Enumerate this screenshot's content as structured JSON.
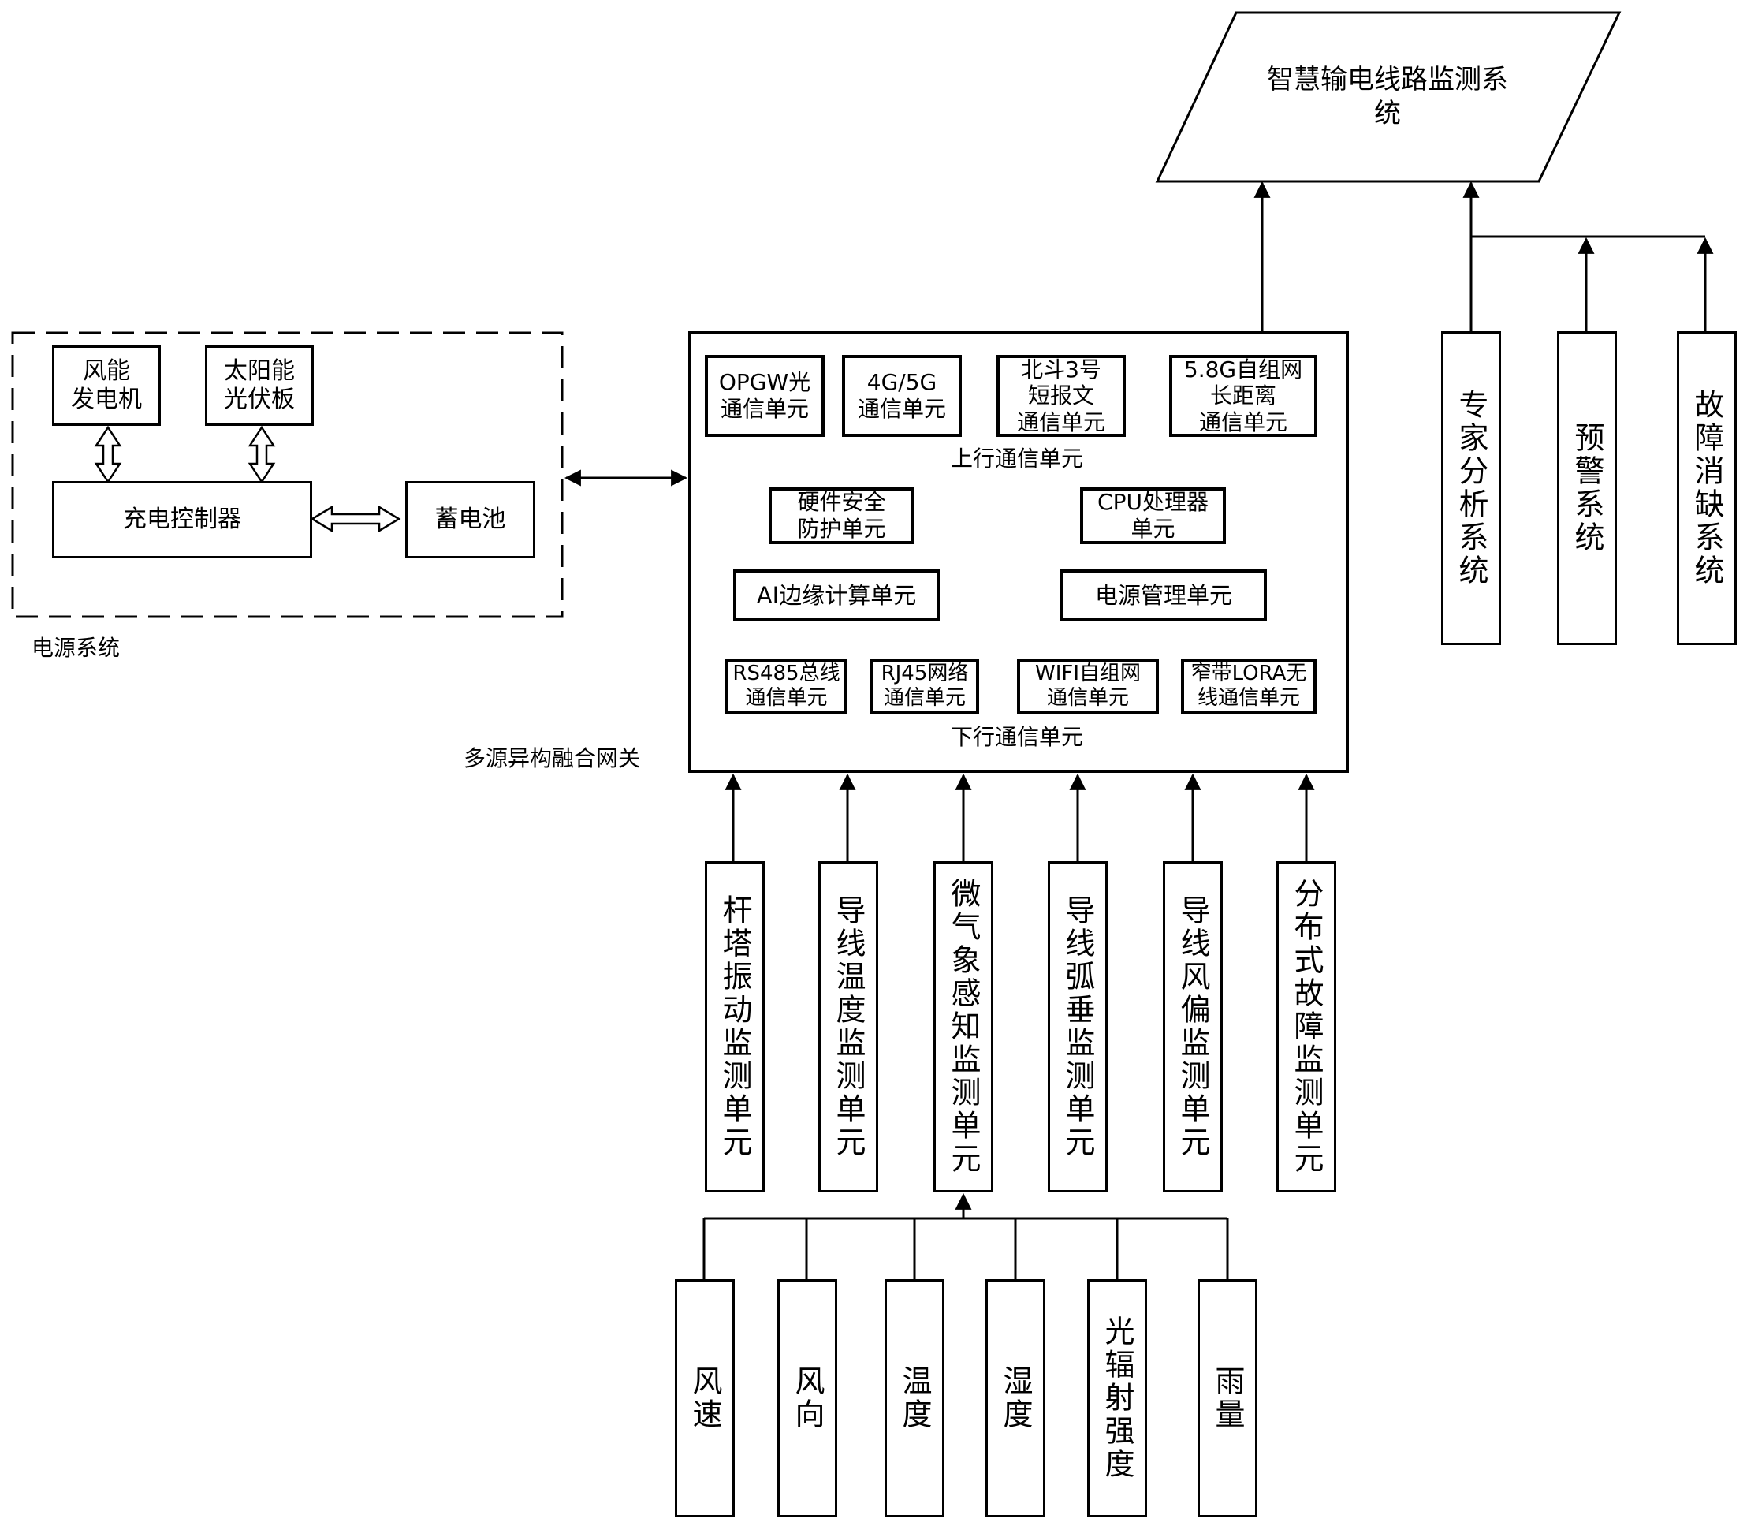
{
  "monitoring_system": "智慧输电线路监测系\n统",
  "power_system": {
    "label": "电源系统",
    "wind": "风能\n发电机",
    "solar": "太阳能\n光伏板",
    "charger": "充电控制器",
    "battery": "蓄电池"
  },
  "gateway": {
    "label": "多源异构融合网关",
    "uplink_group": "上行通信单元",
    "uplink": [
      "OPGW光\n通信单元",
      "4G/5G\n通信单元",
      "北斗3号\n短报文\n通信单元",
      "5.8G自组网\n长距离\n通信单元"
    ],
    "hw_security": "硬件安全\n防护单元",
    "cpu": "CPU处理器\n单元",
    "ai_edge": "AI边缘计算单元",
    "power_mgmt": "电源管理单元",
    "downlink_group": "下行通信单元",
    "downlink": [
      "RS485总线\n通信单元",
      "RJ45网络\n通信单元",
      "WIFI自组网\n通信单元",
      "窄带LORA无\n线通信单元"
    ]
  },
  "right_systems": [
    "专家分析系统",
    "预警系统",
    "故障消缺系统"
  ],
  "sensors": [
    "杆塔振动监测单元",
    "导线温度监测单元",
    "微气象感知监测单元",
    "导线弧垂监测单元",
    "导线风偏监测单元",
    "分布式故障监测单元"
  ],
  "weather": [
    "风速",
    "风向",
    "温度",
    "湿度",
    "光辐射强度",
    "雨量"
  ]
}
